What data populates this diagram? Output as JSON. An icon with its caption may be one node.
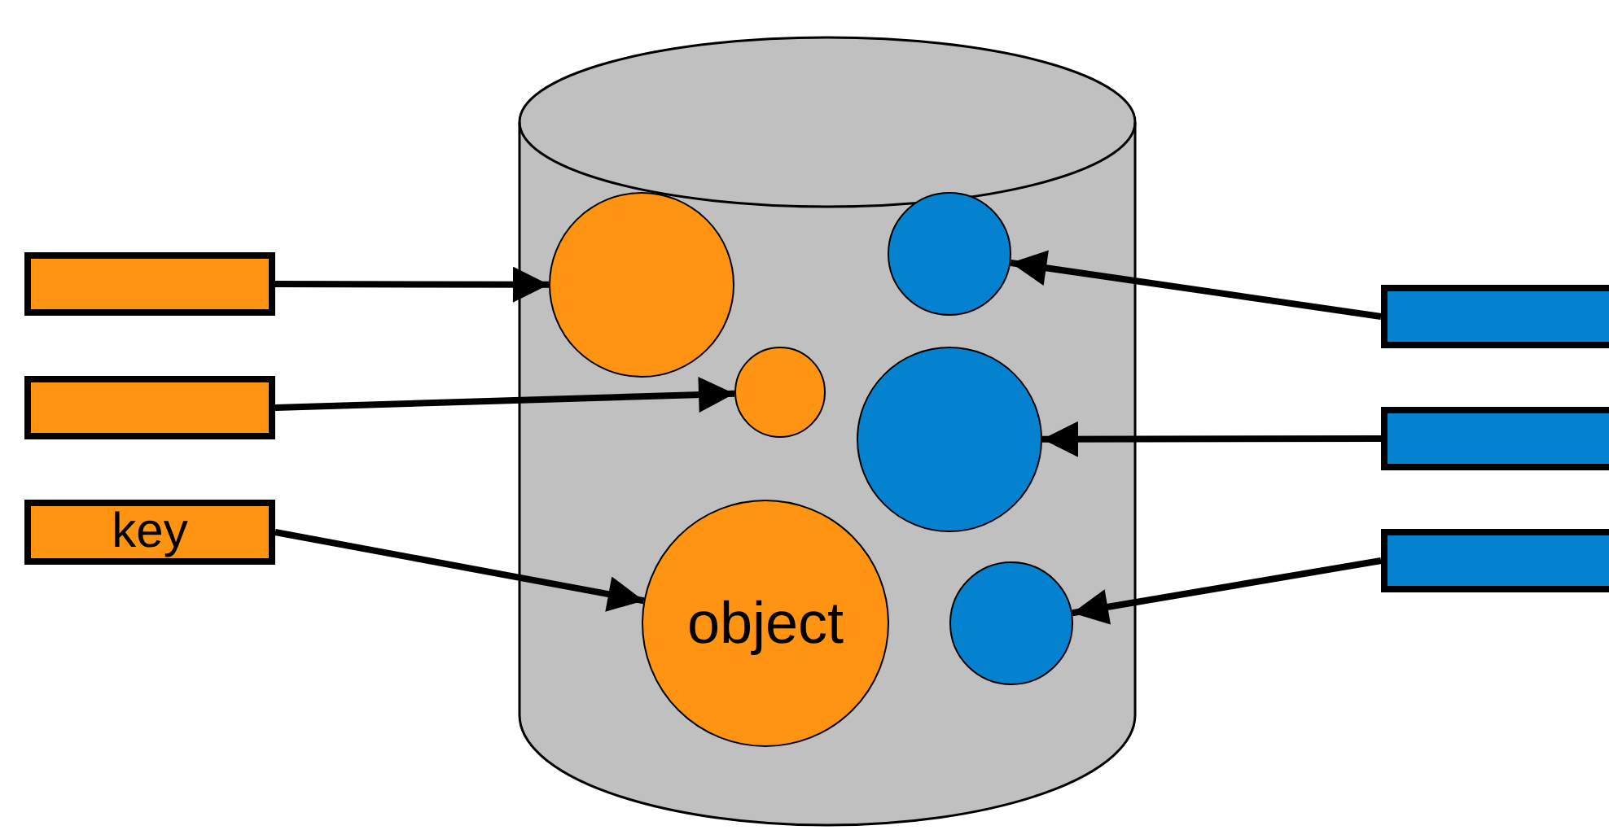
{
  "diagram": {
    "nodes": [
      {
        "text": [],
        "shape": "cylinder"
      },
      {
        "text": [],
        "shape": "box"
      },
      {
        "text": [],
        "shape": "box"
      },
      {
        "text": [
          "key"
        ]
      },
      {
        "text": [],
        "shape": "circle",
        "in": 0
      },
      {
        "text": [],
        "shape": "circle",
        "in": 0
      },
      {
        "text": [
          "object"
        ],
        "in": 0
      },
      {
        "text": [],
        "shape": "circle",
        "in": 0
      },
      {
        "text": [],
        "shape": "circle",
        "in": 0
      },
      {
        "text": [],
        "shape": "circle",
        "in": 0
      },
      {
        "text": [],
        "shape": "box"
      },
      {
        "text": [],
        "shape": "box"
      },
      {
        "text": [],
        "shape": "box"
      }
    ],
    "edges": [
      {
        "from": 1,
        "to": 4,
        "arrow": "to"
      },
      {
        "from": 2,
        "to": 5,
        "arrow": "to"
      },
      {
        "from": 3,
        "to": 6,
        "arrow": "to"
      },
      {
        "from": 10,
        "to": 7,
        "arrow": "to"
      },
      {
        "from": 11,
        "to": 8,
        "arrow": "to"
      },
      {
        "from": 12,
        "to": 9,
        "arrow": "to"
      }
    ]
  }
}
